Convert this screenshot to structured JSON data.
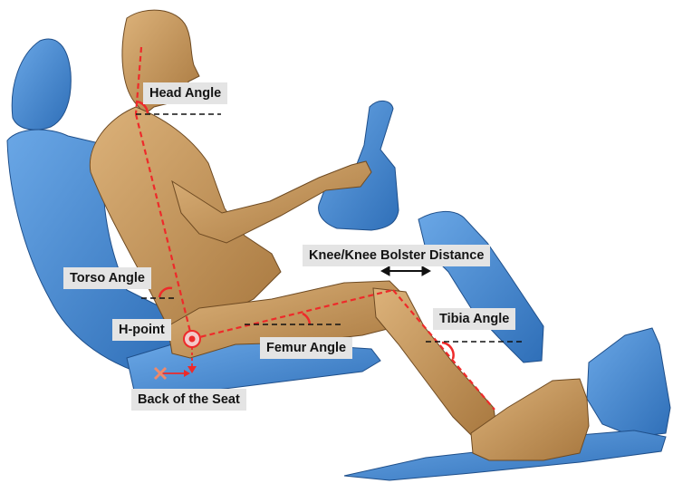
{
  "colors": {
    "seat_blue": "#4a8ad3",
    "seat_blue_dark": "#2f6fb8",
    "body_tan": "#c99a5e",
    "body_tan_dark": "#9c7040",
    "guide_red": "#ee2a2a",
    "dash_black": "#111111",
    "label_bg": "#e4e4e4"
  },
  "labels": {
    "head_angle": "Head Angle",
    "torso_angle": "Torso Angle",
    "h_point": "H-point",
    "femur_angle": "Femur Angle",
    "knee_bolster": "Knee/Knee Bolster Distance",
    "tibia_angle": "Tibia Angle",
    "back_of_seat": "Back of the Seat"
  }
}
